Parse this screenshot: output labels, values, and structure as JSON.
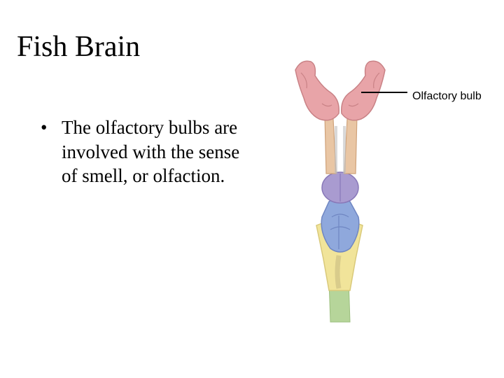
{
  "slide": {
    "title": "Fish Brain",
    "bullets": [
      "The olfactory bulbs are involved with the sense of smell, or olfaction."
    ]
  },
  "diagram": {
    "callouts": [
      {
        "label": "Olfactory bulb"
      }
    ],
    "colors": {
      "olfactory_bulb": "#e8a4a8",
      "olfactory_tract": "#e9c6a4",
      "telencephalon": "#a99bd0",
      "midbrain": "#8fa8dc",
      "hindbrain": "#f1e49a",
      "spinal_cord": "#b6d59a"
    }
  }
}
